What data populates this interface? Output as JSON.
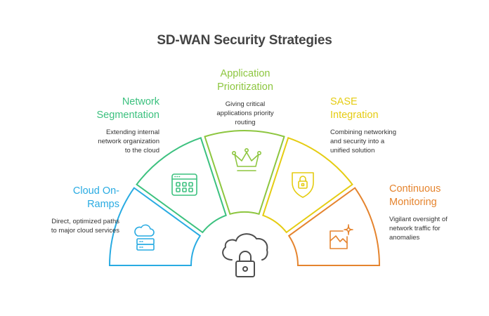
{
  "title": "SD-WAN Security Strategies",
  "center_icon": "cloud-lock-icon",
  "segments": [
    {
      "id": "cloud-on-ramps",
      "title_line1": "Cloud On-",
      "title_line2": "Ramps",
      "desc_line1": "Direct, optimized paths",
      "desc_line2": "to major cloud services",
      "desc_line3": "",
      "color": "#29ABE2",
      "icon": "cloud-server-icon"
    },
    {
      "id": "network-segmentation",
      "title_line1": "Network",
      "title_line2": "Segmentation",
      "desc_line1": "Extending internal",
      "desc_line2": "network organization",
      "desc_line3": "to the cloud",
      "color": "#3CC17F",
      "icon": "app-window-grid-icon"
    },
    {
      "id": "application-prioritization",
      "title_line1": "Application",
      "title_line2": "Prioritization",
      "desc_line1": "Giving critical",
      "desc_line2": "applications priority",
      "desc_line3": "routing",
      "color": "#8DC63F",
      "icon": "crown-icon"
    },
    {
      "id": "sase-integration",
      "title_line1": "SASE",
      "title_line2": "Integration",
      "desc_line1": "Combining networking",
      "desc_line2": "and security into a",
      "desc_line3": "unified solution",
      "color": "#E5CC12",
      "icon": "shield-lock-icon"
    },
    {
      "id": "continuous-monitoring",
      "title_line1": "Continuous",
      "title_line2": "Monitoring",
      "desc_line1": "Vigilant oversight of",
      "desc_line2": "network traffic for",
      "desc_line3": "anomalies",
      "color": "#E5842E",
      "icon": "image-sparkle-icon"
    }
  ]
}
